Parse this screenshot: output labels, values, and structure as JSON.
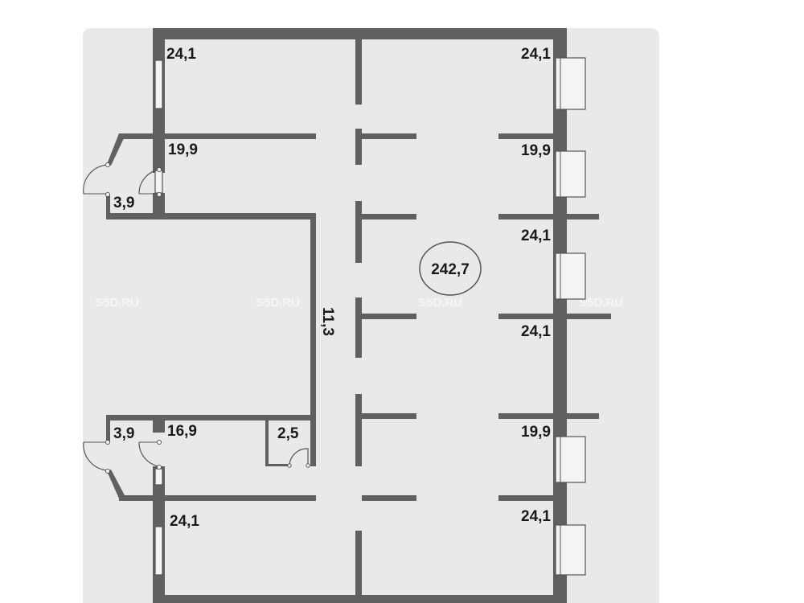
{
  "plan": {
    "total_area": "242,7",
    "corridor_area": "11,3",
    "rooms": {
      "left_top": "24,1",
      "left_second": "19,9",
      "vestibule_top": "3,9",
      "vestibule_bottom": "3,9",
      "left_lower": "16,9",
      "closet": "2,5",
      "left_bottom": "24,1",
      "right_1": "24,1",
      "right_2": "19,9",
      "right_3": "24,1",
      "right_4": "24,1",
      "right_5": "19,9",
      "right_6": "24,1"
    },
    "watermark": "S5D.RU",
    "colors": {
      "wall": "#606060",
      "floor": "#e9e9e9",
      "background": "#ffffff"
    }
  }
}
